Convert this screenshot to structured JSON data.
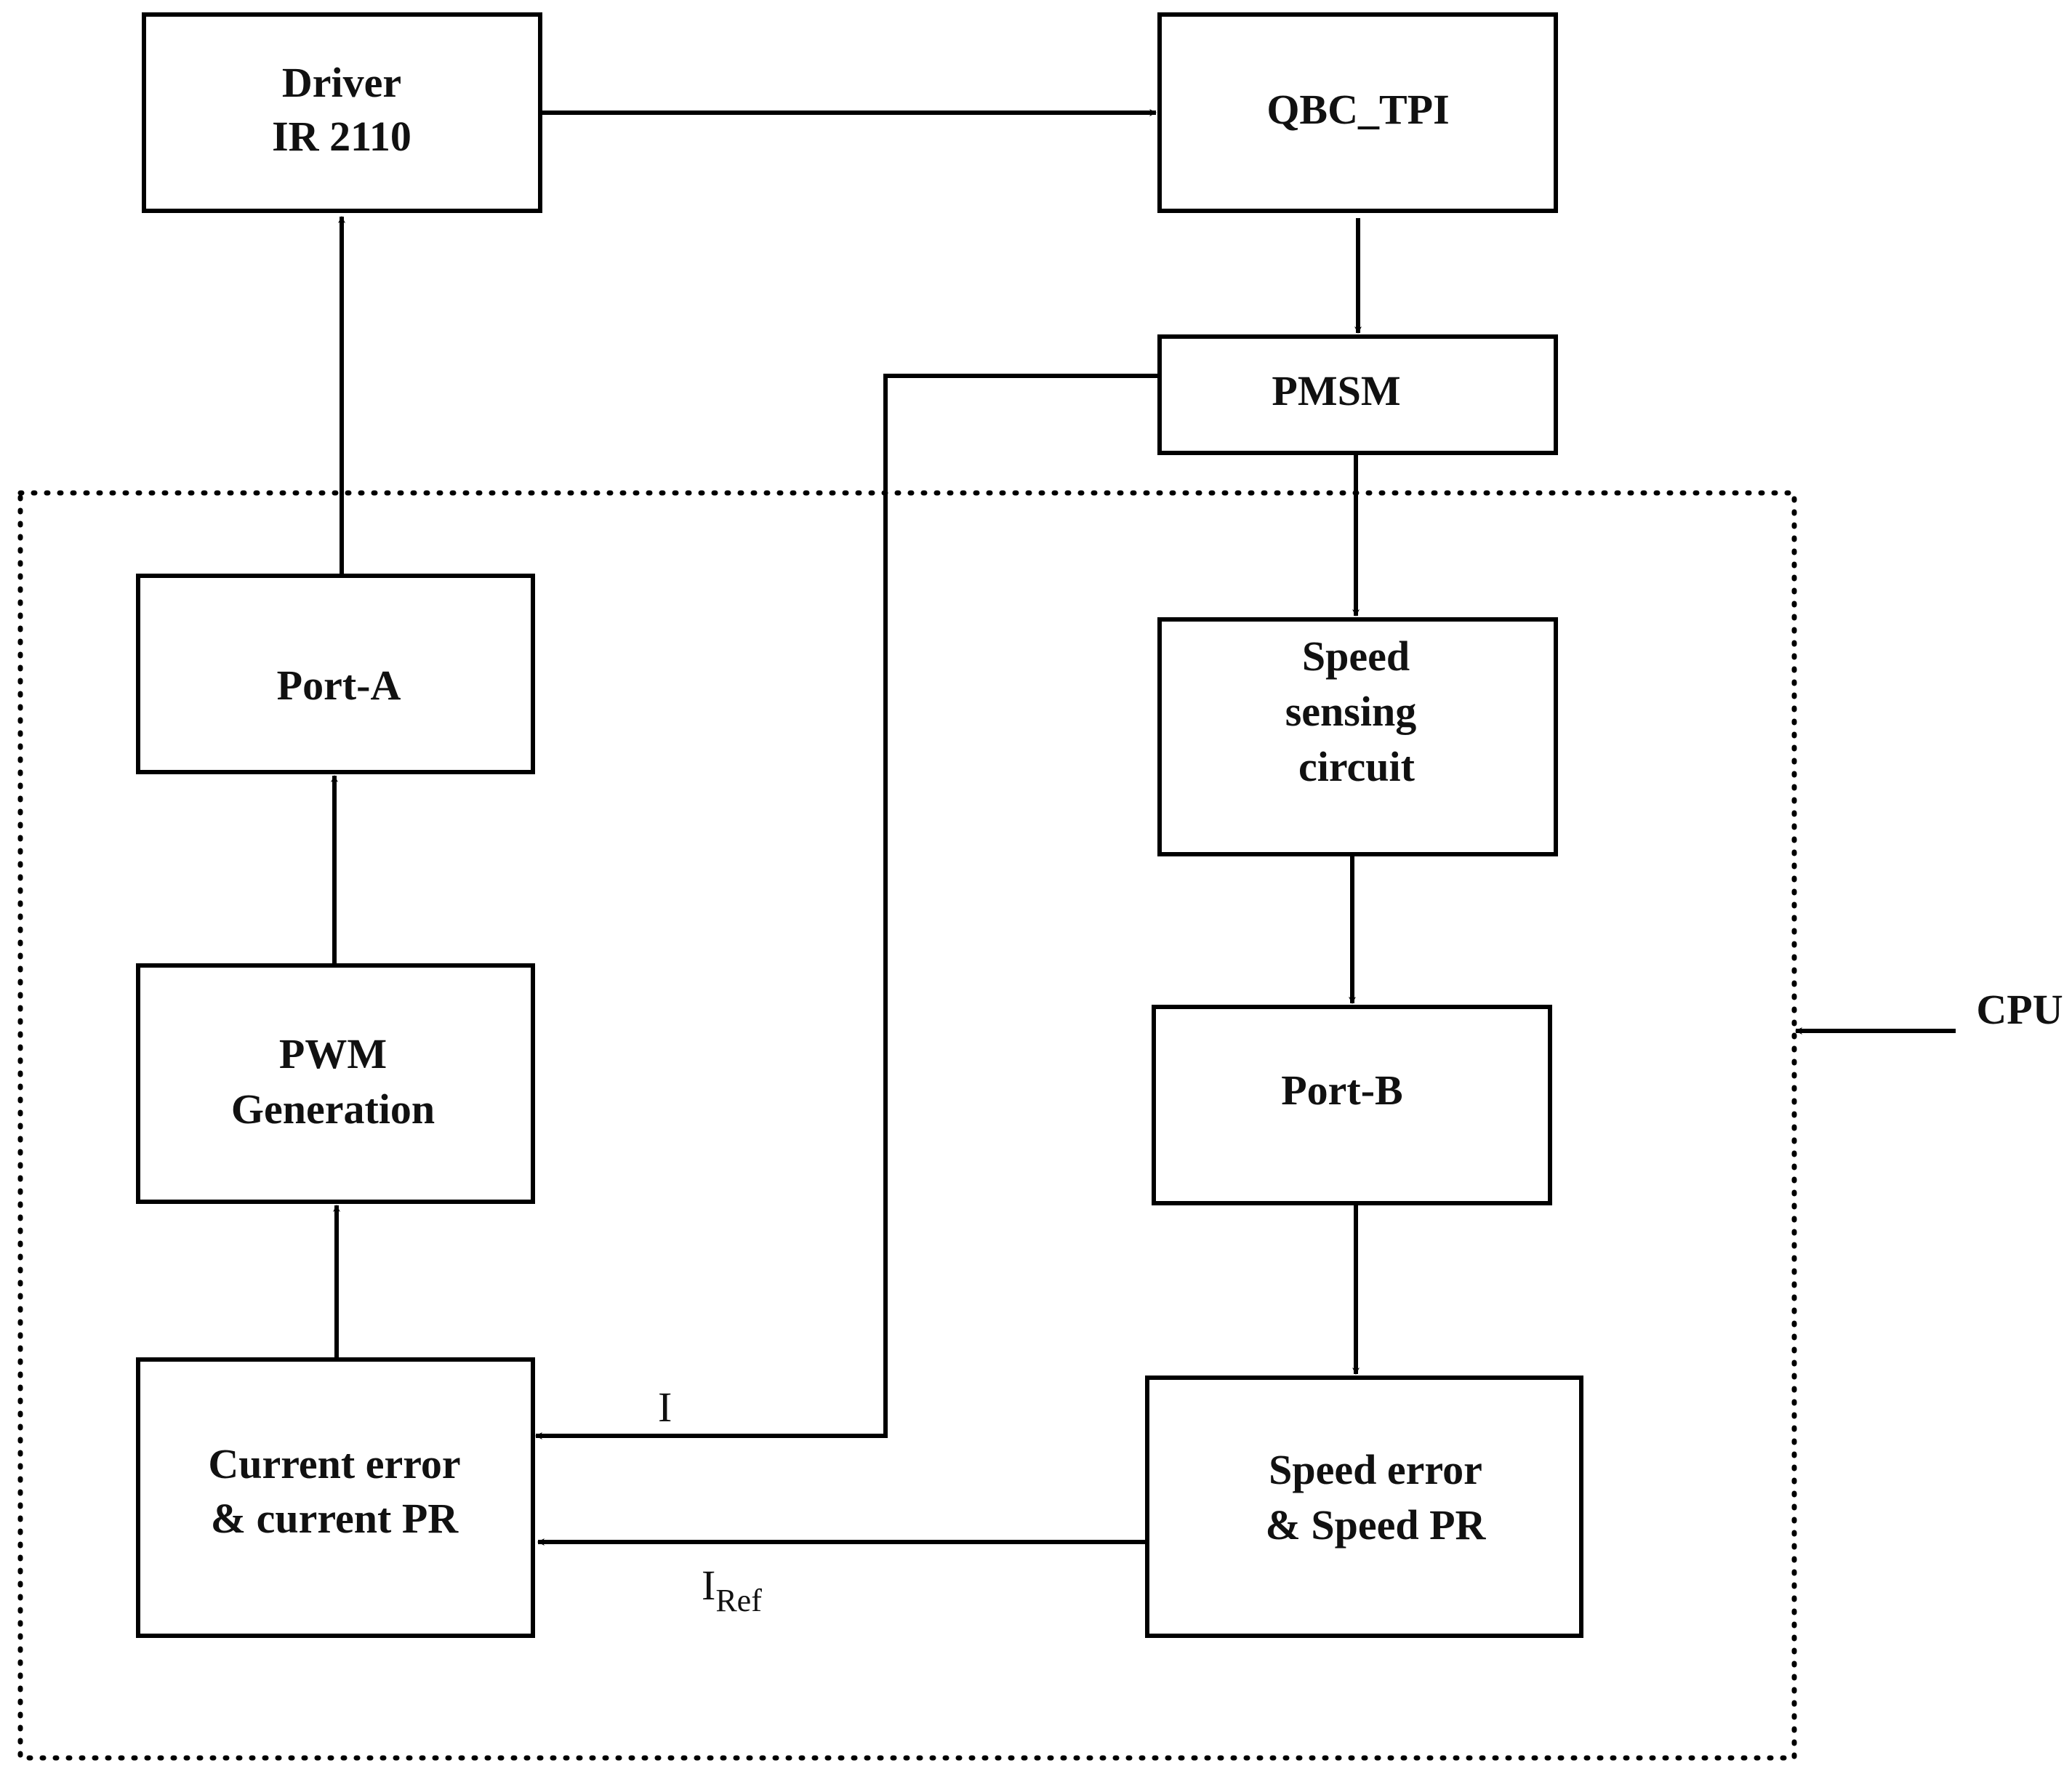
{
  "blocks": {
    "driver": [
      "Driver",
      "IR 2110"
    ],
    "qbc": [
      "QBC_TPI"
    ],
    "pmsm": [
      "PMSM"
    ],
    "port_a": [
      "Port-A"
    ],
    "speed_sensing": [
      "Speed",
      "sensing",
      "circuit"
    ],
    "pwm": [
      "PWM",
      "Generation"
    ],
    "port_b": [
      "Port-B"
    ],
    "current_pr": [
      "Current error",
      "& current PR"
    ],
    "speed_pr": [
      "Speed error",
      "& Speed PR"
    ]
  },
  "labels": {
    "cpu": "CPU",
    "current_signal": "I",
    "ref_signal_main": "I",
    "ref_signal_sub": "Ref"
  }
}
